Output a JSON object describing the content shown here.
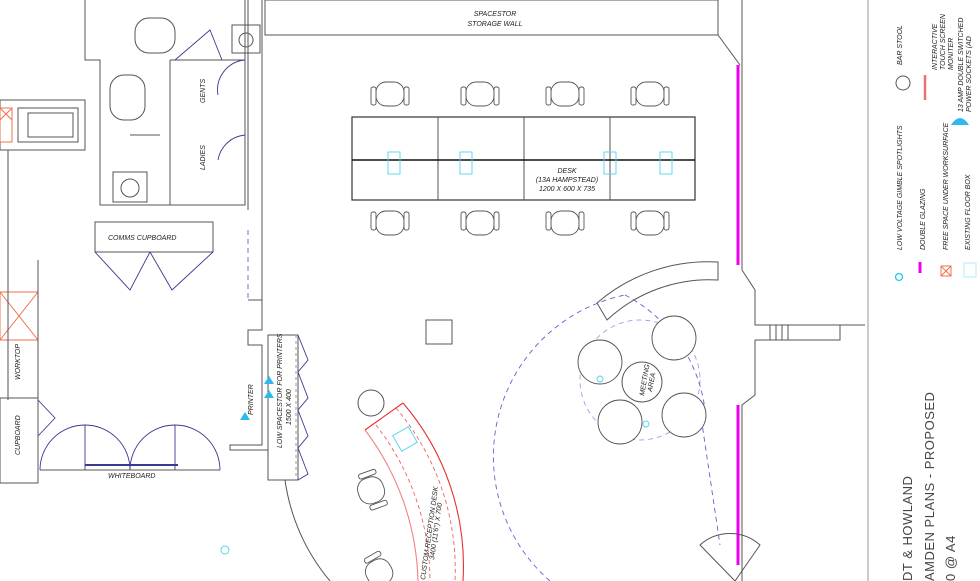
{
  "labels": {
    "storage_wall_1": "SPACESTOR",
    "storage_wall_2": "STORAGE WALL",
    "gents": "GENTS",
    "ladies": "LADIES",
    "comms": "COMMS CUPBOARD",
    "desk_1": "DESK",
    "desk_2": "(13A HAMPSTEAD)",
    "desk_3": "1200 X 600 X 735",
    "worktop": "WORKTOP",
    "cupboard": "CUPBOARD",
    "whiteboard": "WHITEBOARD",
    "printer": "PRINTER",
    "low_spacestor_1": "LOW SPACESTOR FOR PRINTERS",
    "low_spacestor_2": "1500 X 400",
    "meeting_1": "MEETING",
    "meeting_2": "AREA",
    "reception_1": "CUSTOM RECEPTION DESK",
    "reception_2": "3400 (11'6\") X 700"
  },
  "legend": [
    {
      "label": "LOW VOLTAGE GIMBLE SPOTLIGHTS",
      "icon": "spotlight-icon",
      "color": "#1ec8e8"
    },
    {
      "label": "DOUBLE GLAZING",
      "icon": "double-glazing-icon",
      "color": "#ee00ee"
    },
    {
      "label": "FREE SPACE UNDER WORKSURFACE",
      "icon": "free-space-icon",
      "color": "#f07050"
    },
    {
      "label": "EXISTING FLOOR BOX",
      "icon": "floor-box-icon",
      "color": "#aeeef8"
    },
    {
      "label": "BAR STOOL",
      "icon": "bar-stool-icon",
      "color": "#555555"
    },
    {
      "label": "INTERACTIVE TOUCH SCREEN MONITER",
      "icon": "touch-screen-icon",
      "color": "#f07070"
    },
    {
      "label": "13 AMP DOUBLE SWITCHED POWER SOCKETS (AD",
      "icon": "power-socket-icon",
      "color": "#2fb8e8"
    }
  ],
  "title_block": {
    "line1": "DT & HOWLAND",
    "line2": "AMDEN PLANS - PROPOSED",
    "line3": "0 @ A4"
  }
}
